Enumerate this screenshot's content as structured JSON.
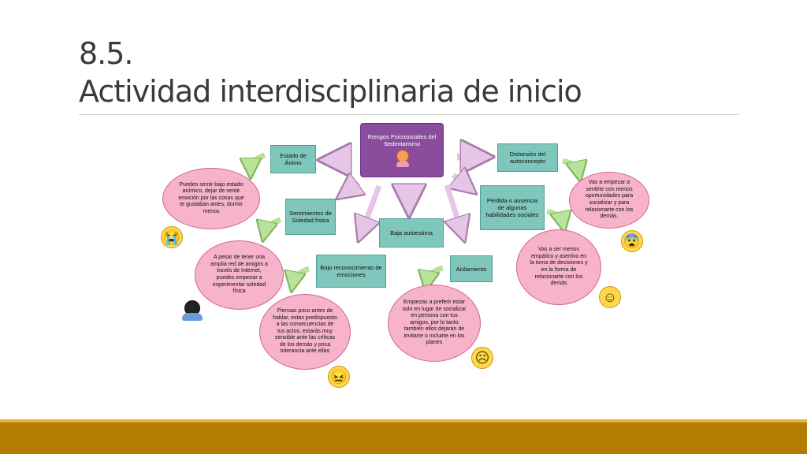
{
  "slide": {
    "title_line1": "8.5.",
    "title_line2": "Actividad interdisciplinaria de inicio"
  },
  "diagram": {
    "root": "Riesgos Psicosociales del Sedentarismo",
    "nodes": {
      "estado_animo": "Estado de Ánimo",
      "distorsion": "Distorsión del autoconcepto",
      "sentimientos": "Sentimientos de Soledad física",
      "perdida": "Pérdida o ausencia de algunas habilidades sociales",
      "baja_autoestima": "Baja autoestima",
      "bajo_reconocimiento": "Bajo reconocimiento de emociones",
      "aislamiento": "Aislamiento"
    },
    "bubbles": {
      "animo": "Puedes sentir bajo estado anímico, dejar de sentir emoción por las cosas que te gustaban antes, dormir menos",
      "soledad": "A pesar de tener una amplia red de amigos a través de Internet, puedes empezar a experimentar soledad física",
      "piensas": "Piensas poco antes de hablar, estas predispuesto a las consecuencias de tus actos, estarás muy sensible ante las críticas de los demás y poca tolerancia ante ellas",
      "empiezas": "Empiezas a preferir estar solo en lugar de socializar en persona con tus amigos, por lo tanto también ellos dejarán de invitarte o incluirte en los planes",
      "empatico": "Vas a ser menos empático y asertivo en la toma de decisiones y en la forma de relacionarte con los demás",
      "sentirte": "Vas a empezar a sentirte con menos oportunidades para socializar y para relacionarte con los demás."
    },
    "colors": {
      "root": "#8a4d9e",
      "box": "#7fc6bc",
      "bubble": "#f6b3cb",
      "arrow_purple": "#e6c6e6",
      "arrow_green": "#b9e39a",
      "footer": "#b47d00"
    },
    "icons": [
      "person-icon",
      "crying-emoji-icon",
      "sad-person-icon",
      "worried-emoji-icon",
      "frown-emoji-icon",
      "scared-emoji-icon",
      "smile-emoji-icon"
    ]
  }
}
